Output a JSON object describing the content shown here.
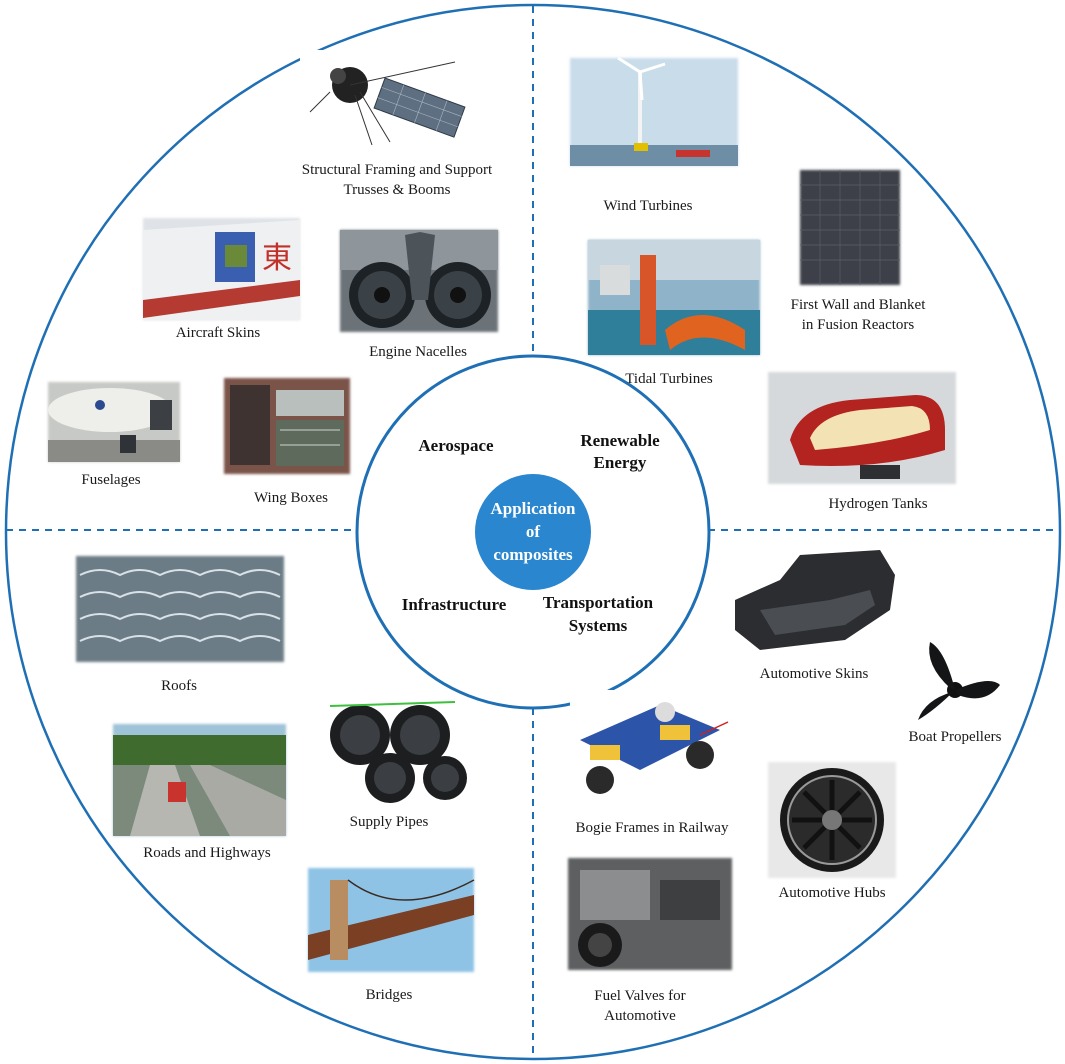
{
  "center": {
    "lines": [
      "Application",
      "of",
      "composites"
    ]
  },
  "sectors": {
    "aerospace": {
      "lines": [
        "Aerospace"
      ]
    },
    "renewable": {
      "lines": [
        "Renewable",
        "Energy"
      ]
    },
    "infrastructure": {
      "lines": [
        "Infrastructure"
      ]
    },
    "transportation": {
      "lines": [
        "Transportation",
        "Systems"
      ]
    }
  },
  "items": {
    "structural_framing": [
      "Structural Framing and Support",
      "Trusses & Booms"
    ],
    "aircraft_skins": [
      "Aircraft Skins"
    ],
    "engine_nacelles": [
      "Engine Nacelles"
    ],
    "fuselages": [
      "Fuselages"
    ],
    "wing_boxes": [
      "Wing Boxes"
    ],
    "wind_turbines": [
      "Wind Turbines"
    ],
    "first_wall": [
      "First Wall and Blanket",
      "in Fusion Reactors"
    ],
    "tidal_turbines": [
      "Tidal Turbines"
    ],
    "hydrogen_tanks": [
      "Hydrogen Tanks"
    ],
    "roofs": [
      "Roofs"
    ],
    "supply_pipes": [
      "Supply Pipes"
    ],
    "roads_highways": [
      "Roads and Highways"
    ],
    "bridges": [
      "Bridges"
    ],
    "automotive_skins": [
      "Automotive Skins"
    ],
    "boat_propellers": [
      "Boat Propellers"
    ],
    "bogie_frames": [
      "Bogie Frames in Railway"
    ],
    "automotive_hubs": [
      "Automotive Hubs"
    ],
    "fuel_valves": [
      "Fuel Valves for",
      "Automotive"
    ]
  },
  "colors": {
    "accent": "#1f6fb5",
    "center_fill": "#2a86cf"
  }
}
